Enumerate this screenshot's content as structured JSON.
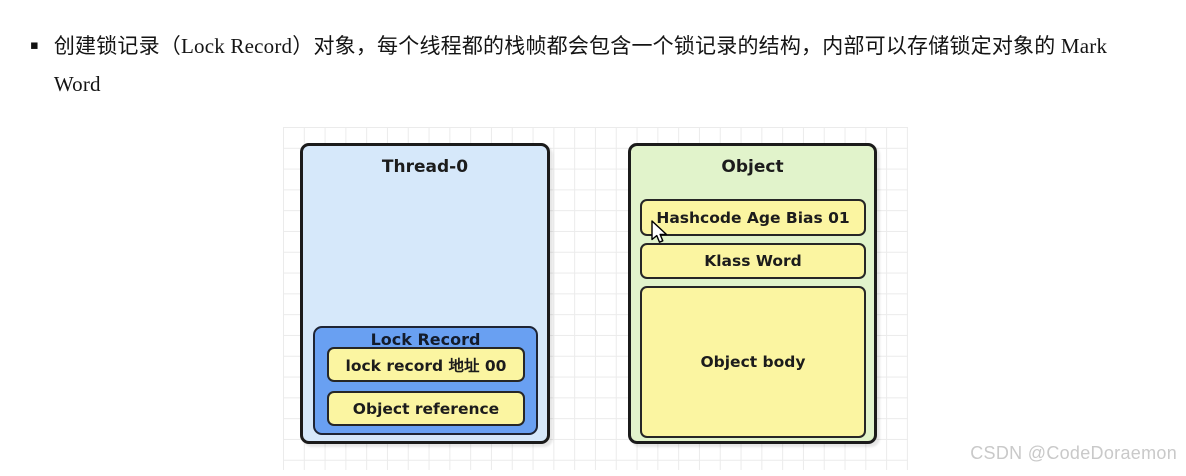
{
  "note": {
    "bullet_glyph": "▪",
    "text": "创建锁记录（Lock Record）对象，每个线程都的栈帧都会包含一个锁记录的结构，内部可以存储锁定对象的 Mark Word"
  },
  "diagram": {
    "grid_color": "#ebebeb",
    "thread_box": {
      "title": "Thread-0",
      "fill": "#d6e8fa",
      "border": "#1b1b1b"
    },
    "lock_record_box": {
      "title": "Lock Record",
      "fill": "#69a0f2",
      "slot_fill": "#fbf5a1",
      "slots": [
        "lock record 地址 00",
        "Object reference"
      ]
    },
    "object_box": {
      "title": "Object",
      "fill": "#e1f3cb",
      "slot_fill": "#fbf5a1",
      "slots": [
        "Hashcode Age Bias 01",
        "Klass Word",
        "Object body"
      ]
    },
    "cursor_icon": "arrow-cursor"
  },
  "watermark": {
    "text": "CSDN @CodeDoraemon",
    "color": "#c9c9c9"
  }
}
